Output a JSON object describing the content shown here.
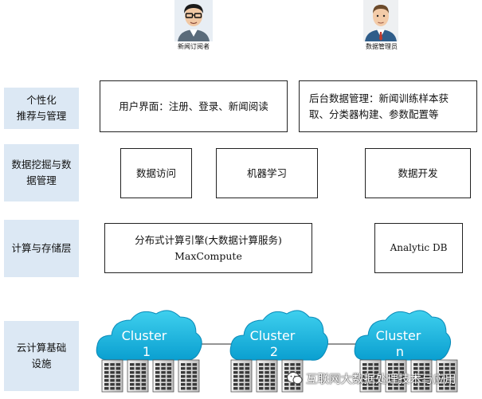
{
  "roles": [
    {
      "label": "新闻订阅者"
    },
    {
      "label": "数据管理员"
    }
  ],
  "layers": [
    {
      "label": "个性化\n推荐与管理"
    },
    {
      "label": "数据挖掘与数\n据管理"
    },
    {
      "label": "计算与存储层"
    },
    {
      "label": "云计算基础\n设施"
    }
  ],
  "personalization": {
    "user_ui": "用户界面：注册、登录、新闻阅读",
    "backend": "后台数据管理：新闻训练样本获\n取、分类器构建、参数配置等"
  },
  "mining": {
    "data_access": "数据访问",
    "machine_learning": "机器学习",
    "data_dev": "数据开发"
  },
  "compute": {
    "engine": "分布式计算引擎(大数据计算服务)\nMaxCompute",
    "analytic_db": "Analytic DB"
  },
  "clusters": [
    {
      "name": "Cluster",
      "id": "1"
    },
    {
      "name": "Cluster",
      "id": "2"
    },
    {
      "name": "Cluster",
      "id": "n"
    }
  ],
  "watermark": "互联网大数据处理技术与应用"
}
